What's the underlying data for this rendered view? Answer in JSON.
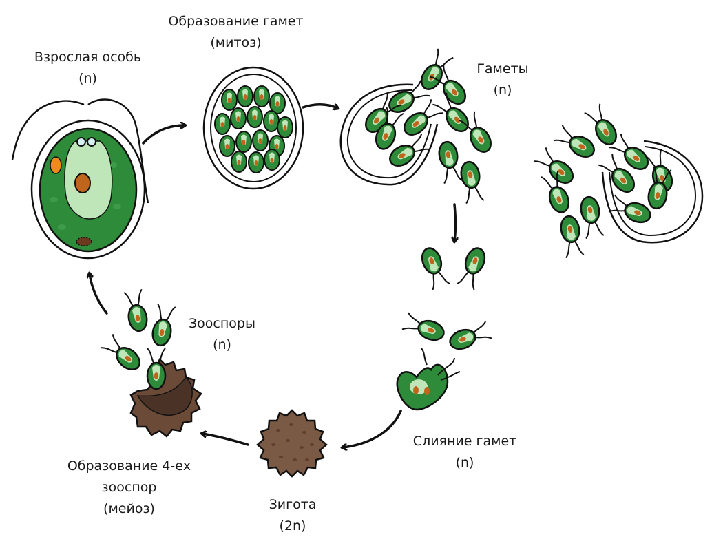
{
  "labels": {
    "adult": {
      "line1": "Взрослая особь",
      "line2": "(n)"
    },
    "gamete_formation": {
      "line1": "Образование гамет",
      "line2": "(митоз)"
    },
    "gametes": {
      "line1": "Гаметы",
      "line2": "(n)"
    },
    "fusion": {
      "line1": "Слияние гамет",
      "line2": "(n)"
    },
    "zygote": {
      "line1": "Зигота",
      "line2": "(2n)"
    },
    "zoospore_formation": {
      "line1": "Образование 4-ех",
      "line2": "зооспор",
      "line3": "(мейоз)"
    },
    "zoospores": {
      "line1": "Зооспоры",
      "line2": "(n)"
    }
  },
  "colors": {
    "cell_green": "#2e8b3a",
    "dark_green": "#1f5c26",
    "light_green": "#bfe6b8",
    "nucleus": "#c0661c",
    "eyespot": "#f08a1c",
    "zygote_brown": "#7a5a45",
    "outline": "#111111"
  },
  "icons": [
    "adult-chlamydomonas-icon",
    "dividing-cell-icon",
    "gamete-icon",
    "zygote-icon",
    "zoospore-icon",
    "cycle-arrow-icon"
  ]
}
